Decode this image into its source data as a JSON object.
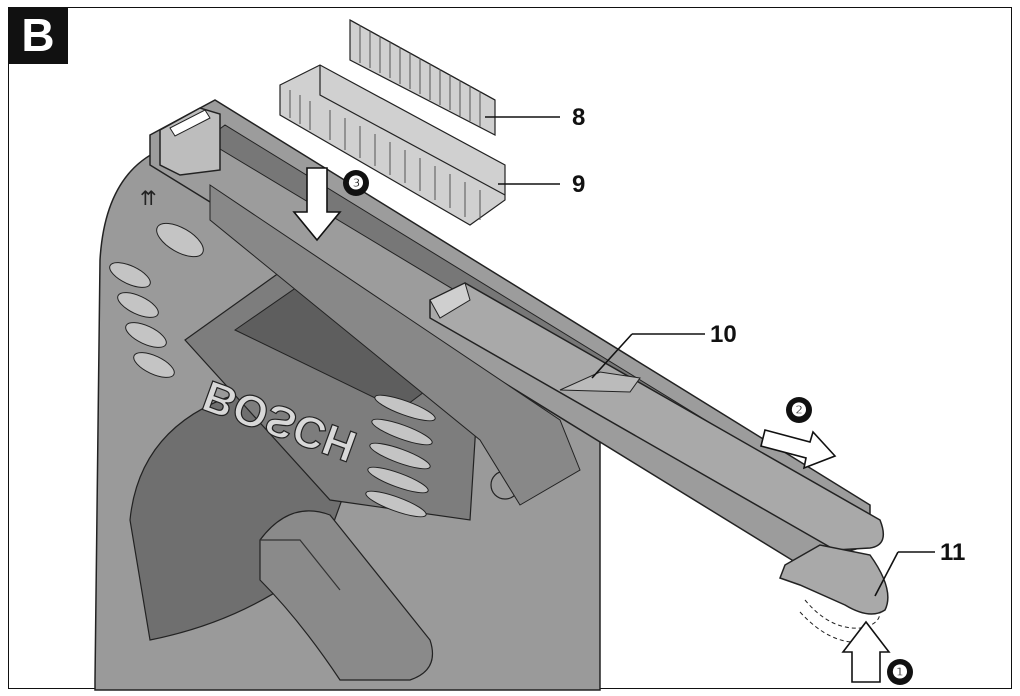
{
  "figure": {
    "letter": "B"
  },
  "callouts": [
    {
      "id": "8",
      "label": "8"
    },
    {
      "id": "9",
      "label": "9"
    },
    {
      "id": "10",
      "label": "10"
    },
    {
      "id": "11",
      "label": "11"
    }
  ],
  "steps": [
    {
      "label": "❶"
    },
    {
      "label": "❷"
    },
    {
      "label": "❸"
    }
  ],
  "brand": {
    "text": "BOSCH"
  },
  "arrow_mark": {
    "text": "⇈"
  },
  "colors": {
    "body_grey": "#8c8c8c",
    "light_grey": "#c8c8c8",
    "dark_grey": "#4a4a4a",
    "ink": "#111111"
  }
}
